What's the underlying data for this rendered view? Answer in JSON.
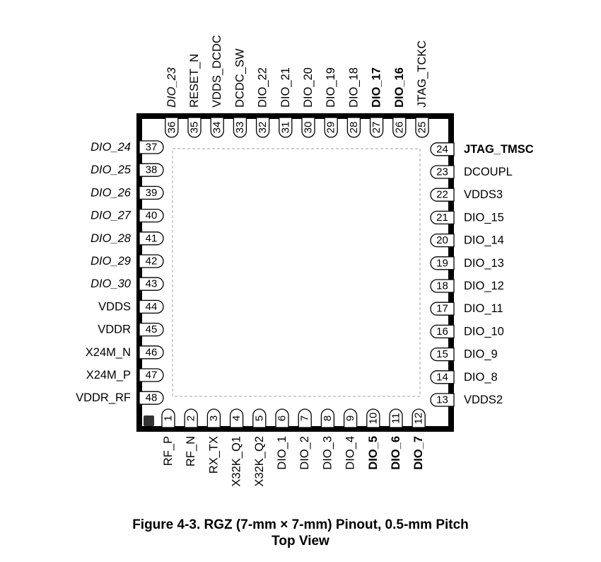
{
  "package": {
    "pin1_marker": "pin-1-indicator",
    "colors": {
      "body": "#000000",
      "pad_fill": "#ffffff",
      "pad_outline": "#000000",
      "die_outline": "#b4b4b4",
      "text": "#000000"
    }
  },
  "pins": {
    "bottom": [
      {
        "num": "1",
        "name": "RF_P",
        "style": "normal"
      },
      {
        "num": "2",
        "name": "RF_N",
        "style": "normal"
      },
      {
        "num": "3",
        "name": "RX_TX",
        "style": "normal"
      },
      {
        "num": "4",
        "name": "X32K_Q1",
        "style": "normal"
      },
      {
        "num": "5",
        "name": "X32K_Q2",
        "style": "normal"
      },
      {
        "num": "6",
        "name": "DIO_1",
        "style": "normal"
      },
      {
        "num": "7",
        "name": "DIO_2",
        "style": "normal"
      },
      {
        "num": "8",
        "name": "DIO_3",
        "style": "normal"
      },
      {
        "num": "9",
        "name": "DIO_4",
        "style": "normal"
      },
      {
        "num": "10",
        "name": "DIO_5",
        "style": "bold"
      },
      {
        "num": "11",
        "name": "DIO_6",
        "style": "bold"
      },
      {
        "num": "12",
        "name": "DIO_7",
        "style": "bold"
      }
    ],
    "right": [
      {
        "num": "13",
        "name": "VDDS2",
        "style": "normal"
      },
      {
        "num": "14",
        "name": "DIO_8",
        "style": "normal"
      },
      {
        "num": "15",
        "name": "DIO_9",
        "style": "normal"
      },
      {
        "num": "16",
        "name": "DIO_10",
        "style": "normal"
      },
      {
        "num": "17",
        "name": "DIO_11",
        "style": "normal"
      },
      {
        "num": "18",
        "name": "DIO_12",
        "style": "normal"
      },
      {
        "num": "19",
        "name": "DIO_13",
        "style": "normal"
      },
      {
        "num": "20",
        "name": "DIO_14",
        "style": "normal"
      },
      {
        "num": "21",
        "name": "DIO_15",
        "style": "normal"
      },
      {
        "num": "22",
        "name": "VDDS3",
        "style": "normal"
      },
      {
        "num": "23",
        "name": "DCOUPL",
        "style": "normal"
      },
      {
        "num": "24",
        "name": "JTAG_TMSC",
        "style": "bold"
      }
    ],
    "top": [
      {
        "num": "25",
        "name": "JTAG_TCKC",
        "style": "normal"
      },
      {
        "num": "26",
        "name": "DIO_16",
        "style": "bold"
      },
      {
        "num": "27",
        "name": "DIO_17",
        "style": "bold"
      },
      {
        "num": "28",
        "name": "DIO_18",
        "style": "normal"
      },
      {
        "num": "29",
        "name": "DIO_19",
        "style": "normal"
      },
      {
        "num": "30",
        "name": "DIO_20",
        "style": "normal"
      },
      {
        "num": "31",
        "name": "DIO_21",
        "style": "normal"
      },
      {
        "num": "32",
        "name": "DIO_22",
        "style": "normal"
      },
      {
        "num": "33",
        "name": "DCDC_SW",
        "style": "normal"
      },
      {
        "num": "34",
        "name": "VDDS_DCDC",
        "style": "normal"
      },
      {
        "num": "35",
        "name": "RESET_N",
        "style": "normal"
      },
      {
        "num": "36",
        "name": "DIO_23",
        "style": "italic"
      }
    ],
    "left": [
      {
        "num": "37",
        "name": "DIO_24",
        "style": "italic"
      },
      {
        "num": "38",
        "name": "DIO_25",
        "style": "italic"
      },
      {
        "num": "39",
        "name": "DIO_26",
        "style": "italic"
      },
      {
        "num": "40",
        "name": "DIO_27",
        "style": "italic"
      },
      {
        "num": "41",
        "name": "DIO_28",
        "style": "italic"
      },
      {
        "num": "42",
        "name": "DIO_29",
        "style": "italic"
      },
      {
        "num": "43",
        "name": "DIO_30",
        "style": "italic"
      },
      {
        "num": "44",
        "name": "VDDS",
        "style": "normal"
      },
      {
        "num": "45",
        "name": "VDDR",
        "style": "normal"
      },
      {
        "num": "46",
        "name": "X24M_N",
        "style": "normal"
      },
      {
        "num": "47",
        "name": "X24M_P",
        "style": "normal"
      },
      {
        "num": "48",
        "name": "VDDR_RF",
        "style": "normal"
      }
    ]
  },
  "caption": {
    "title": "Figure 4-3. RGZ (7-mm × 7-mm) Pinout, 0.5-mm Pitch",
    "subtitle": "Top View"
  }
}
